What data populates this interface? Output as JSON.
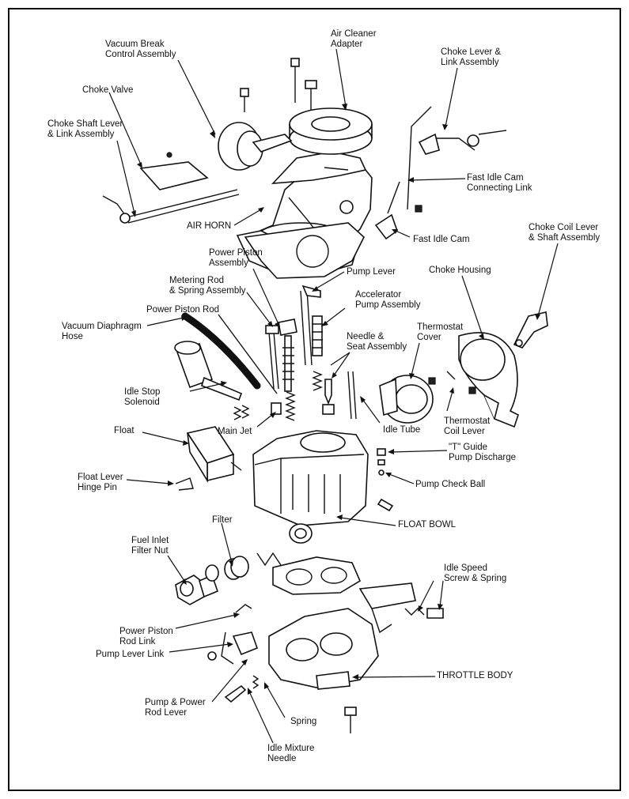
{
  "labels": {
    "vacuum_break_control": [
      "Vacuum Break",
      "Control Assembly"
    ],
    "air_cleaner_adapter": [
      "Air Cleaner",
      "Adapter"
    ],
    "choke_lever_link": [
      "Choke Lever &",
      "Link Assembly"
    ],
    "choke_valve": [
      "Choke Valve"
    ],
    "choke_shaft_lever": [
      "Choke Shaft Lever",
      "& Link Assembly"
    ],
    "fast_idle_cam_link": [
      "Fast Idle Cam",
      "Connecting Link"
    ],
    "air_horn": [
      "AIR HORN"
    ],
    "fast_idle_cam": [
      "Fast Idle Cam"
    ],
    "choke_coil_lever": [
      "Choke Coil Lever",
      "& Shaft Assembly"
    ],
    "power_piston_assembly": [
      "Power Piston",
      "Assembly"
    ],
    "choke_housing": [
      "Choke Housing"
    ],
    "pump_lever": [
      "Pump Lever"
    ],
    "metering_rod": [
      "Metering Rod",
      "& Spring Assembly"
    ],
    "accelerator_pump": [
      "Accelerator",
      "Pump Assembly"
    ],
    "power_piston_rod": [
      "Power Piston Rod"
    ],
    "vacuum_diaphragm_hose": [
      "Vacuum Diaphragm",
      "Hose"
    ],
    "thermostat_cover": [
      "Thermostat",
      "Cover"
    ],
    "needle_seat": [
      "Needle &",
      "Seat Assembly"
    ],
    "idle_stop_solenoid": [
      "Idle Stop",
      "Solenoid"
    ],
    "thermostat_coil_lever": [
      "Thermostat",
      "Coil Lever"
    ],
    "main_jet": [
      "Main Jet"
    ],
    "idle_tube": [
      "Idle Tube"
    ],
    "float": [
      "Float"
    ],
    "t_guide": [
      "\"T\" Guide",
      "Pump Discharge"
    ],
    "float_lever_hinge_pin": [
      "Float Lever",
      "Hinge Pin"
    ],
    "pump_check_ball": [
      "Pump Check Ball"
    ],
    "float_bowl": [
      "FLOAT BOWL"
    ],
    "filter": [
      "Filter"
    ],
    "fuel_inlet_filter_nut": [
      "Fuel Inlet",
      "Filter Nut"
    ],
    "idle_speed_screw": [
      "Idle Speed",
      "Screw & Spring"
    ],
    "power_piston_rod_link": [
      "Power Piston",
      "Rod Link"
    ],
    "pump_lever_link": [
      "Pump Lever Link"
    ],
    "throttle_body": [
      "THROTTLE BODY"
    ],
    "pump_power_rod_lever": [
      "Pump & Power",
      "Rod Lever"
    ],
    "spring": [
      "Spring"
    ],
    "idle_mixture_needle": [
      "Idle Mixture",
      "Needle"
    ]
  }
}
